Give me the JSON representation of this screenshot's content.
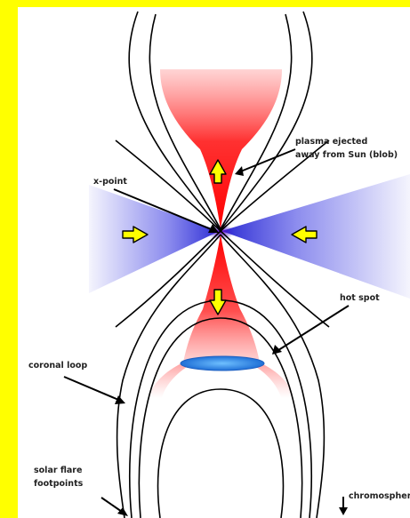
{
  "labels": {
    "plasma_line1": "plasma ejected",
    "plasma_line2": "away from Sun (blob)",
    "x_point": "x-point",
    "hot_spot": "hot spot",
    "coronal_loop": "coronal loop",
    "footpoints_line1": "solar flare",
    "footpoints_line2": "footpoints",
    "chromosphere": "chromosphere"
  },
  "colors": {
    "frame": "#ffff00",
    "plasma": "#ff0000",
    "inflow": "#2a2ad8",
    "arrow_fill": "#ffff00",
    "hot_spot": "#2e86e8",
    "field_lines": "#000000"
  }
}
